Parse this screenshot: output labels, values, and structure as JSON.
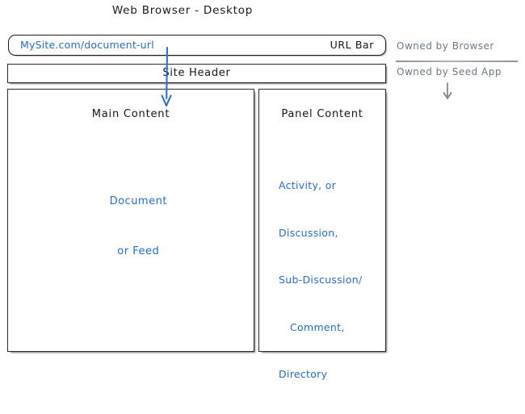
{
  "diagram": {
    "title": "Web Browser - Desktop"
  },
  "browser": {
    "url_bar": {
      "value": "MySite.com/document-url",
      "label": "URL Bar"
    }
  },
  "site": {
    "header": {
      "label": "Site Header"
    },
    "main_content": {
      "title": "Main Content",
      "body_line_1": "Document",
      "body_line_2": "or Feed"
    },
    "panel": {
      "title": "Panel Content",
      "lines": [
        "Activity, or",
        "Discussion,",
        "Sub-Discussion/",
        "Comment,",
        "Directory"
      ]
    }
  },
  "annotations": {
    "owned_by_browser": "Owned by Browser",
    "owned_by_seed_app": "Owned by Seed App"
  },
  "colors": {
    "accent_blue": "#1f6fd0",
    "ink_black": "#1a1a1a",
    "annotation_gray": "#6d7986"
  }
}
